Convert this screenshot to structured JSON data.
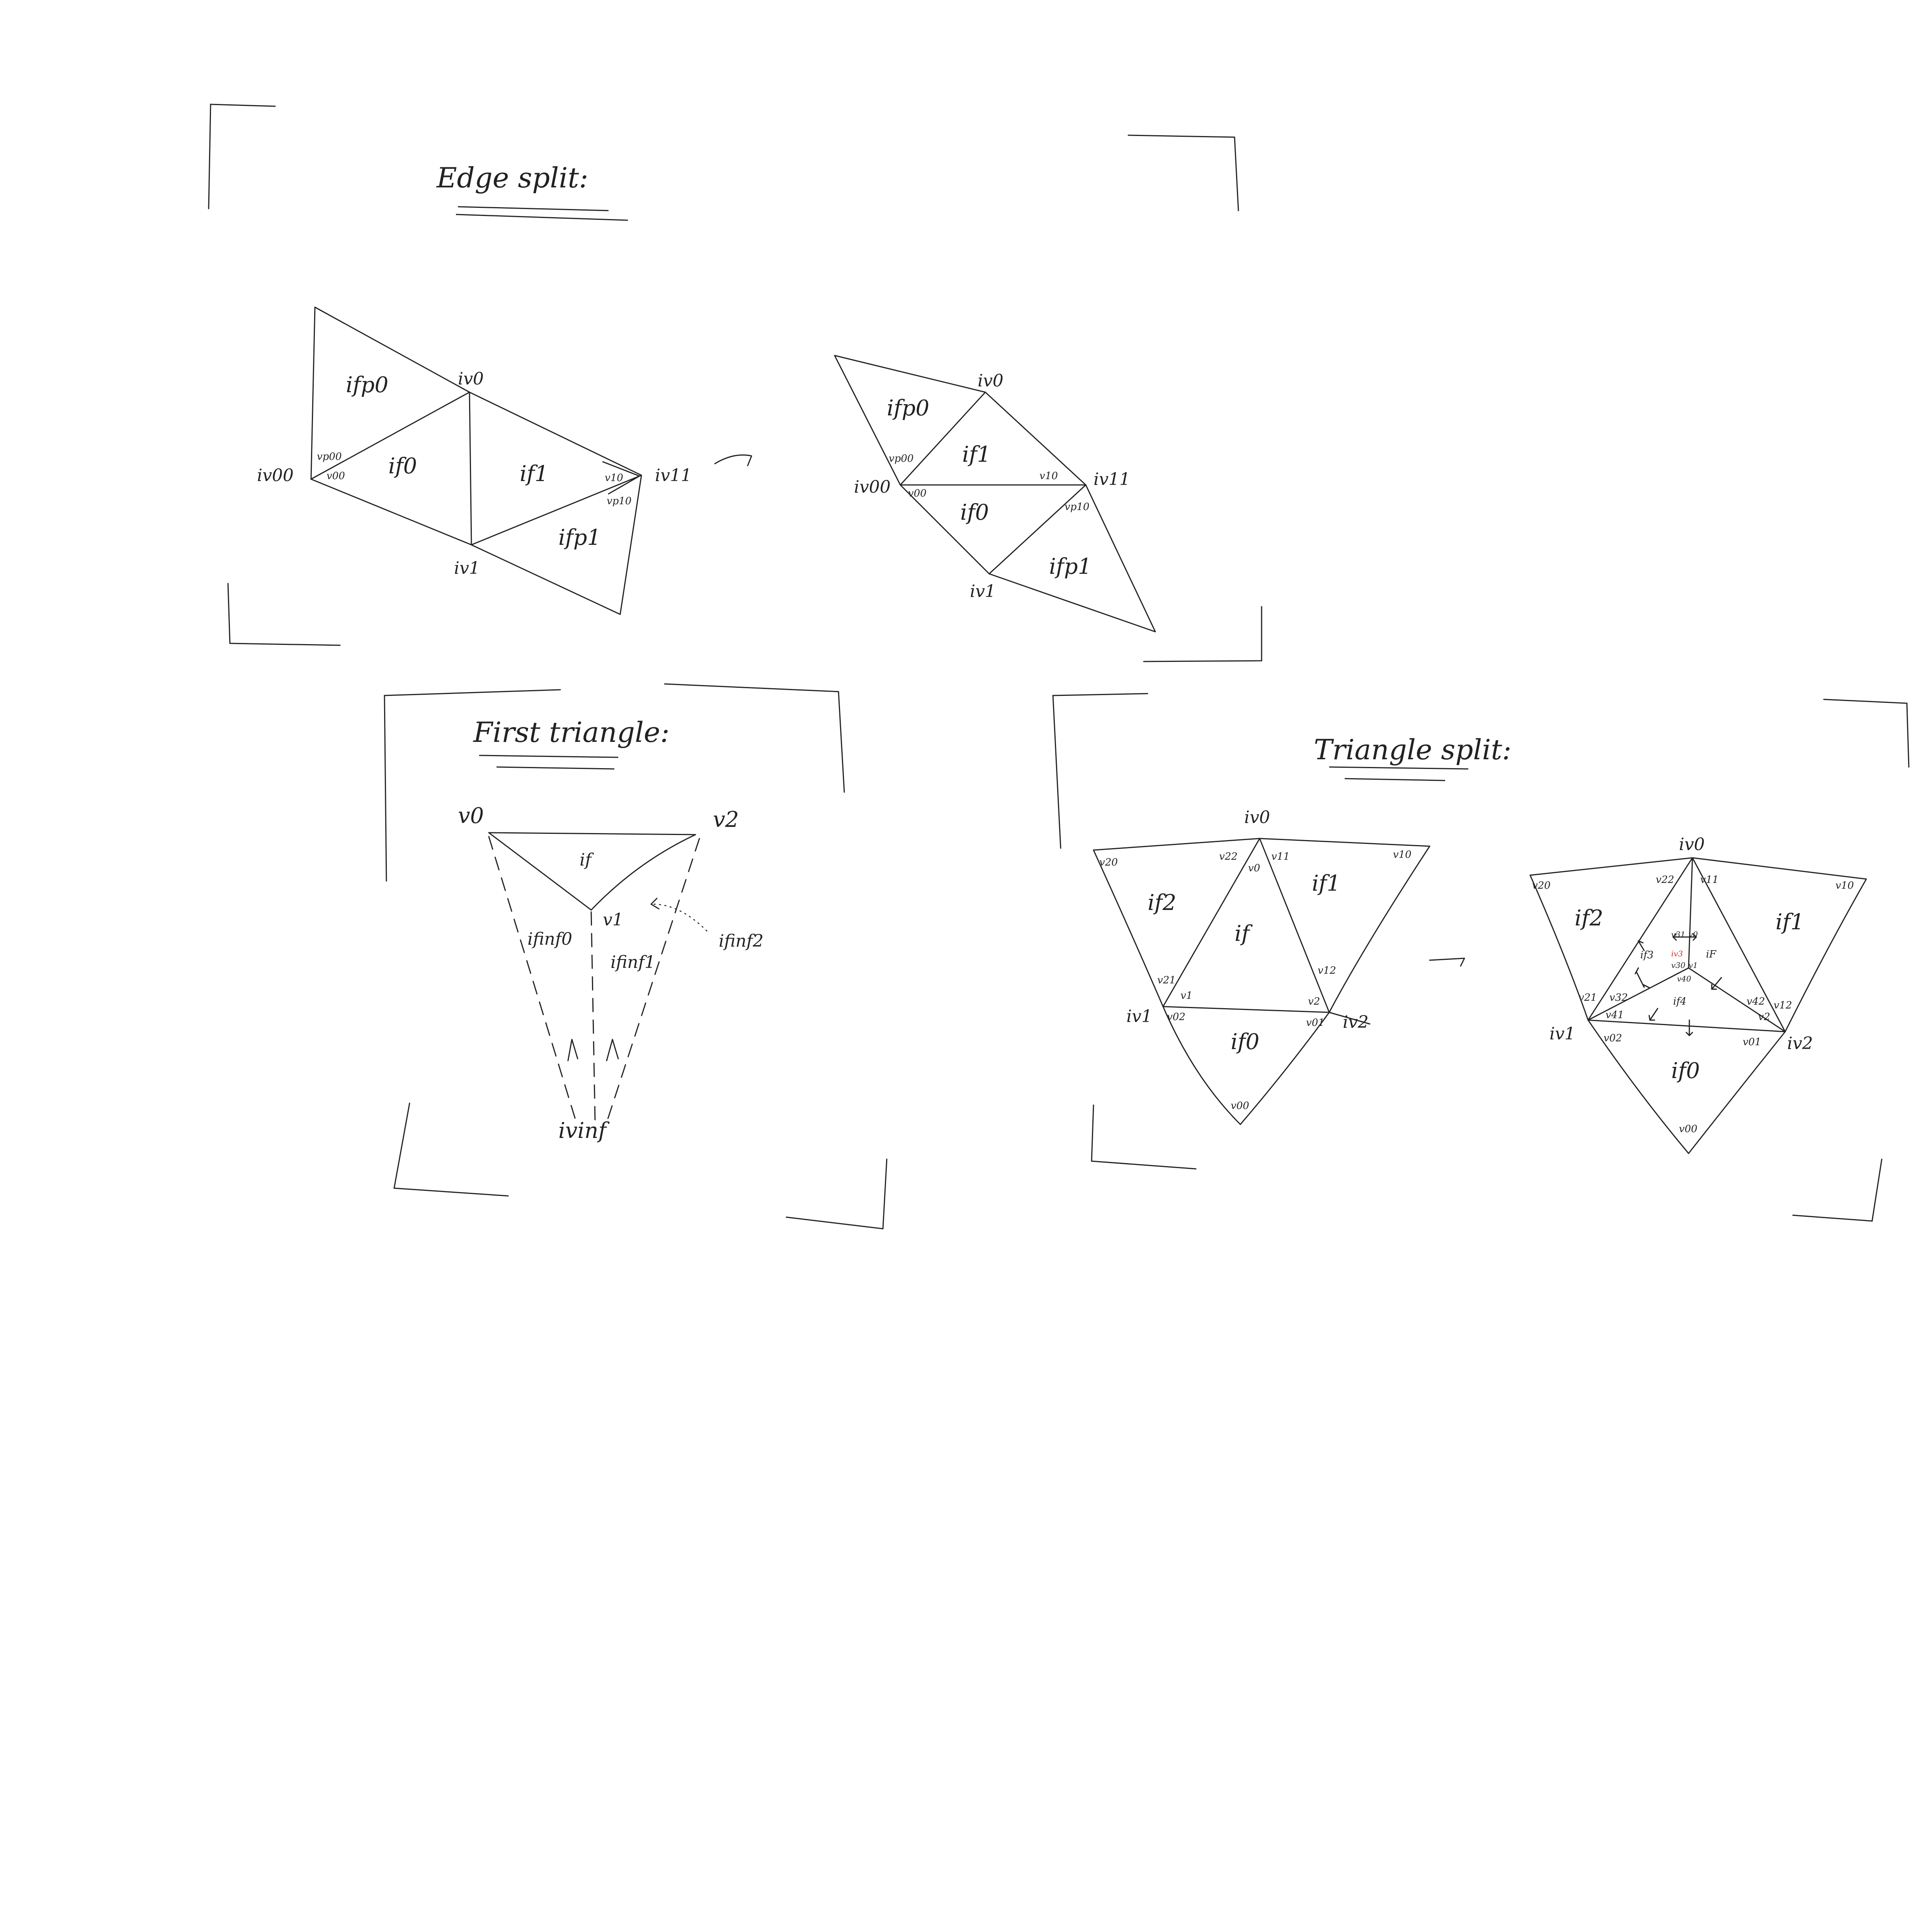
{
  "sections": {
    "edge_split": {
      "title": "Edge split:",
      "left": {
        "faces": [
          "ifp0",
          "if0",
          "if1",
          "ifp1"
        ],
        "vertices": [
          "iv0",
          "iv00",
          "iv11",
          "iv1"
        ],
        "corners": [
          "vp00",
          "v00",
          "v10",
          "vp10"
        ]
      },
      "arrow": "->",
      "right": {
        "faces": [
          "ifp0",
          "if1",
          "if0",
          "ifp1"
        ],
        "vertices": [
          "iv0",
          "iv00",
          "iv11",
          "iv1"
        ],
        "corners": [
          "vp00",
          "v00",
          "v10",
          "vp10"
        ]
      }
    },
    "first_triangle": {
      "title": "First triangle:",
      "vertices": [
        "v0",
        "v2",
        "v1",
        "ivinf"
      ],
      "faces": [
        "if",
        "ifinf0",
        "ifinf1",
        "ifinf2"
      ]
    },
    "triangle_split": {
      "title": "Triangle split:",
      "left": {
        "vertices": [
          "iv0",
          "iv1",
          "iv2"
        ],
        "faces": [
          "if2",
          "if",
          "if1",
          "if0"
        ],
        "corners": [
          "v20",
          "v22",
          "v0",
          "v11",
          "v10",
          "v12",
          "v21",
          "v1",
          "v2",
          "v02",
          "v01",
          "v00"
        ]
      },
      "arrow": "->",
      "right": {
        "vertices": [
          "iv0",
          "iv1",
          "iv2"
        ],
        "faces": [
          "if2",
          "if1",
          "if3",
          "iF",
          "if4",
          "if0"
        ],
        "corners": [
          "v20",
          "v22",
          "v11",
          "v10",
          "v31",
          "v0",
          "v30",
          "v1",
          "v40",
          "v32",
          "v21",
          "v41",
          "v42",
          "v2",
          "v12",
          "v02",
          "v01",
          "v00"
        ],
        "highlight": "iv3",
        "accent_color": "#d42a2a"
      }
    }
  }
}
